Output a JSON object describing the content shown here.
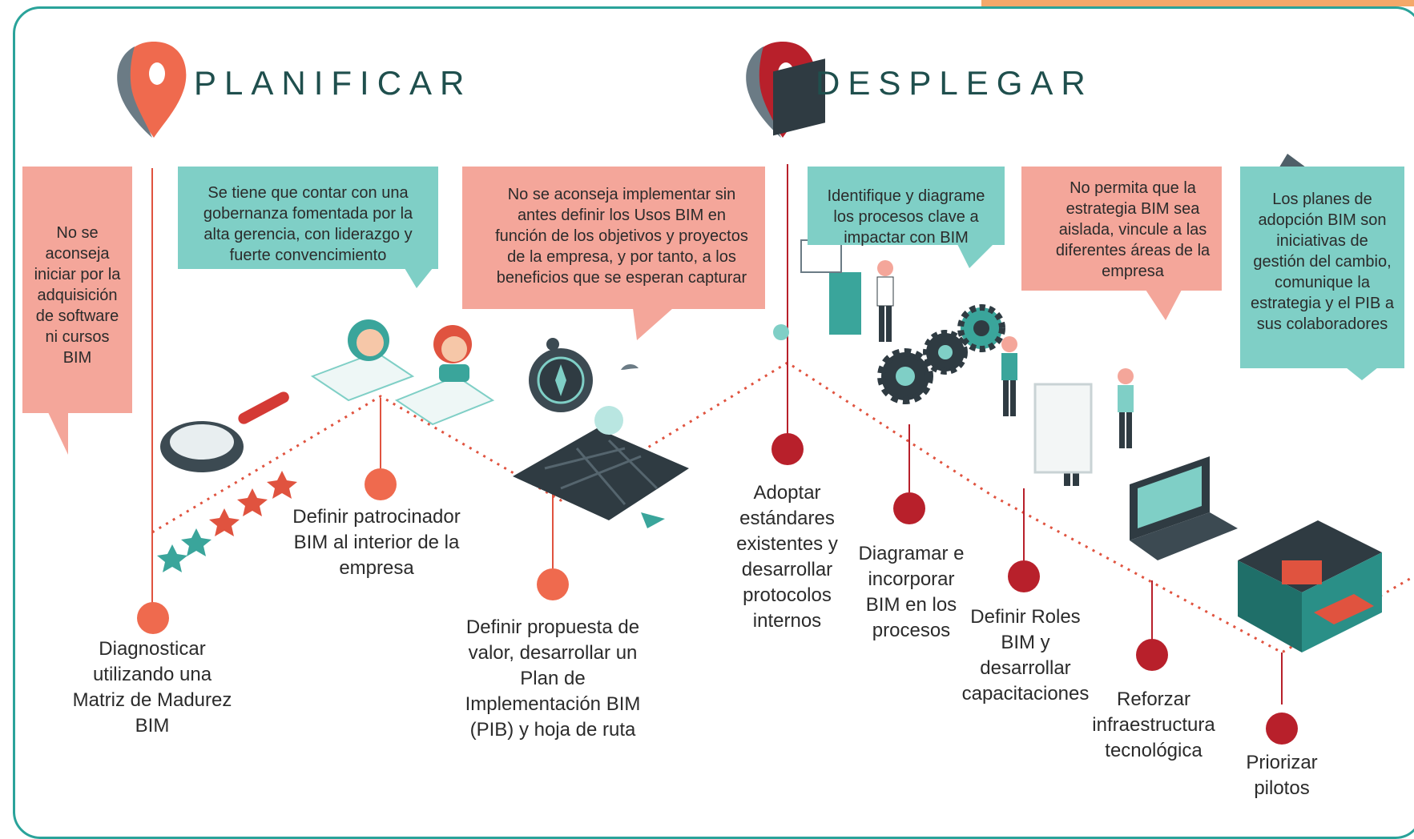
{
  "phases": {
    "planificar": "PLANIFICAR",
    "desplegar": "DESPLEGAR"
  },
  "notes": {
    "n1": "No se aconseja iniciar por la adquisición de software ni cursos BIM",
    "n2": "Se tiene que contar con una gobernanza fomentada por la alta gerencia, con liderazgo y fuerte convencimiento",
    "n3": "No se aconseja implementar sin antes definir los Usos BIM en función de los objetivos y proyectos de la empresa, y por tanto, a los beneficios que se esperan capturar",
    "n4": "Identifique y diagrame los procesos clave a impactar con BIM",
    "n5": "No permita que la estrategia BIM sea aislada, vincule a las diferentes áreas de la empresa",
    "n6": "Los planes de adopción BIM son iniciativas de gestión del cambio, comunique la estrategia y el PIB a sus colaboradores"
  },
  "steps": {
    "s1": "Diagnosticar utilizando una Matriz de Madurez BIM",
    "s2": "Definir patrocinador BIM al interior de la empresa",
    "s3": "Definir propuesta de valor, desarrollar un Plan de Implementación BIM (PIB) y hoja de ruta",
    "s4": "Adoptar estándares existentes y desarrollar protocolos internos",
    "s5": "Diagramar e incorporar BIM en los procesos",
    "s6": "Definir Roles BIM y desarrollar capacitaciones",
    "s7": "Reforzar infraestructura tecnológica",
    "s8": "Priorizar pilotos"
  },
  "colors": {
    "teal": "#7fcfc6",
    "salmon": "#f4a69a",
    "orange_dot": "#ef6a4e",
    "red_dot": "#b8202b",
    "frame": "#2aa39a",
    "heading": "#1f4f4d"
  },
  "icons": [
    "location-pin-icon",
    "pushpin-icon",
    "cross-icon",
    "magnifier-icon",
    "star-icon",
    "compass-icon",
    "map-icon",
    "gear-icon",
    "folder-icon",
    "laptop-icon",
    "room-icon"
  ]
}
